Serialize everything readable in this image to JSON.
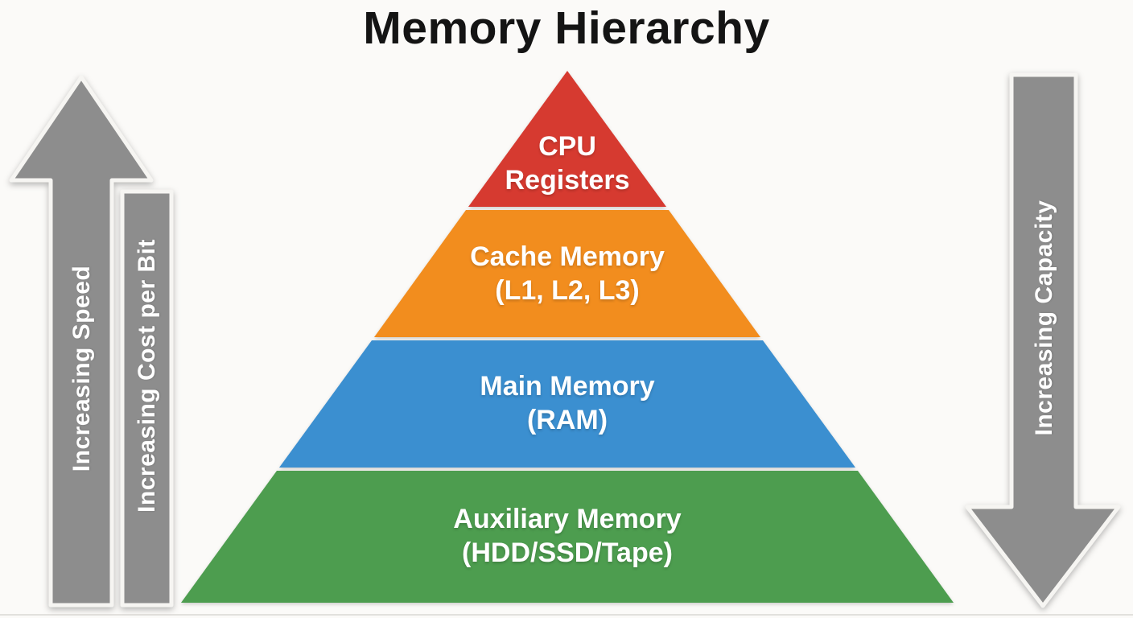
{
  "title": "Memory Hierarchy",
  "pyramid": {
    "levels": [
      {
        "name": "cpu-registers",
        "line1": "CPU",
        "line2": "Registers",
        "color": "#d63a30"
      },
      {
        "name": "cache-memory",
        "line1": "Cache Memory",
        "line2": "(L1, L2, L3)",
        "color": "#f28d1e"
      },
      {
        "name": "main-memory",
        "line1": "Main Memory",
        "line2": "(RAM)",
        "color": "#3b8fd0"
      },
      {
        "name": "auxiliary-memory",
        "line1": "Auxiliary Memory",
        "line2": "(HDD/SSD/Tape)",
        "color": "#4d9d4f"
      }
    ]
  },
  "annotations": {
    "left_arrow_label": "Increasing Speed",
    "left_bar_label": "Increasing Cost per Bit",
    "right_arrow_label": "Increasing Capacity",
    "arrow_color": "#8d8d8d"
  },
  "colors": {
    "background": "#fbfaf8",
    "title_text": "#141414",
    "label_text": "#ffffff"
  }
}
